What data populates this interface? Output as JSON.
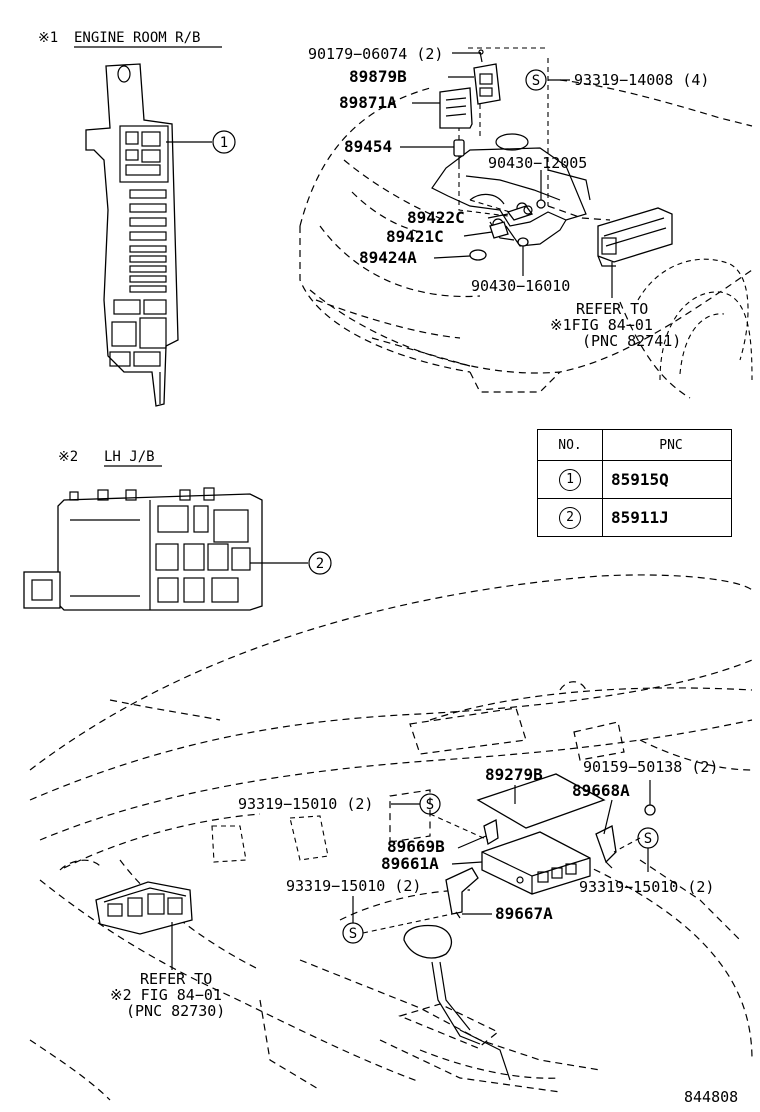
{
  "headers": {
    "engine_room": {
      "mark": "※1",
      "text": "ENGINE ROOM R/B"
    },
    "lh_jb": {
      "mark": "※2",
      "text": "LH J/B"
    }
  },
  "callouts": {
    "one": "1",
    "two": "2"
  },
  "parts_top": {
    "p90179": "90179−06074 (2)",
    "p89879b": "89879B",
    "p89871a": "89871A",
    "p93319_4": "93319−14008 (4)",
    "s_mark": "S",
    "p89454": "89454",
    "p90430_12005": "90430−12005",
    "p89422c": "89422C",
    "p89421c": "89421C",
    "p89424a": "89424A",
    "p90430_16010": "90430−16010"
  },
  "refer_top": {
    "line1": "REFER TO",
    "line2": "※1FIG 84−01",
    "line3": "(PNC 82741)"
  },
  "table": {
    "headers": [
      "NO.",
      "PNC"
    ],
    "rows": [
      {
        "no": "1",
        "pnc": "85915Q"
      },
      {
        "no": "2",
        "pnc": "85911J"
      }
    ]
  },
  "parts_bottom": {
    "p89279b": "89279B",
    "p90159": "90159−50138 (2)",
    "p89668a": "89668A",
    "p93319_a": "93319−15010 (2)",
    "p89669b": "89669B",
    "p89661a": "89661A",
    "p93319_b": "93319−15010 (2)",
    "p93319_c": "93319−15010 (2)",
    "p89667a": "89667A",
    "s_mark": "S"
  },
  "refer_bottom": {
    "line1": "REFER TO",
    "line2": "※2 FIG 84−01",
    "line3": "(PNC 82730)"
  },
  "figure_number": "844808"
}
